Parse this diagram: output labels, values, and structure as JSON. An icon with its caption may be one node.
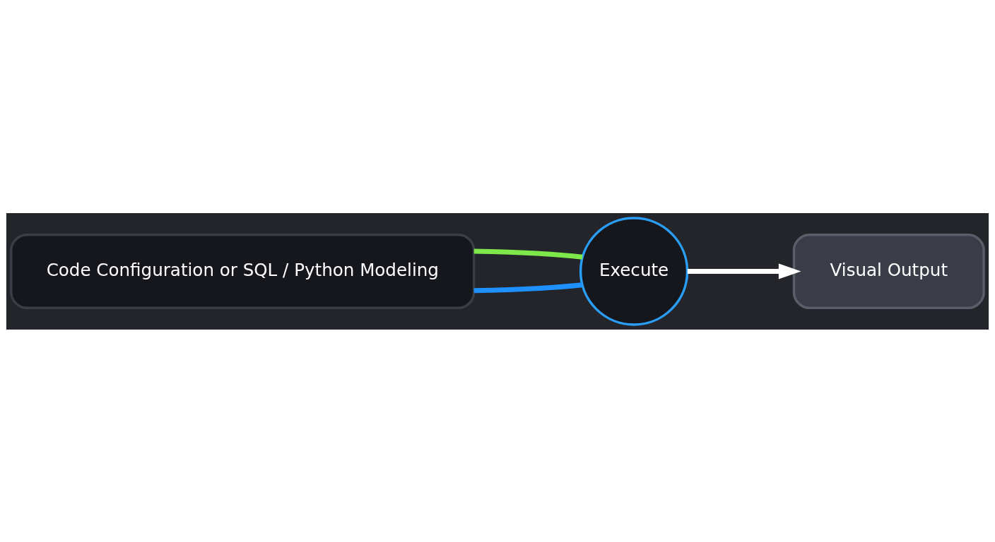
{
  "diagram": {
    "nodes": [
      {
        "text": [
          "Code Configuration or SQL / Python Modeling"
        ]
      },
      {
        "text": [
          "Execute"
        ]
      },
      {
        "text": [
          "Visual Output"
        ]
      }
    ],
    "edges": [
      {
        "from": 0,
        "to": 1,
        "arrow": "none",
        "color": "#1e90ff"
      },
      {
        "from": 0,
        "to": 1,
        "arrow": "none",
        "color": "#7ee84a"
      },
      {
        "from": 1,
        "to": 2,
        "arrow": "to",
        "color": "#ffffff"
      }
    ]
  }
}
